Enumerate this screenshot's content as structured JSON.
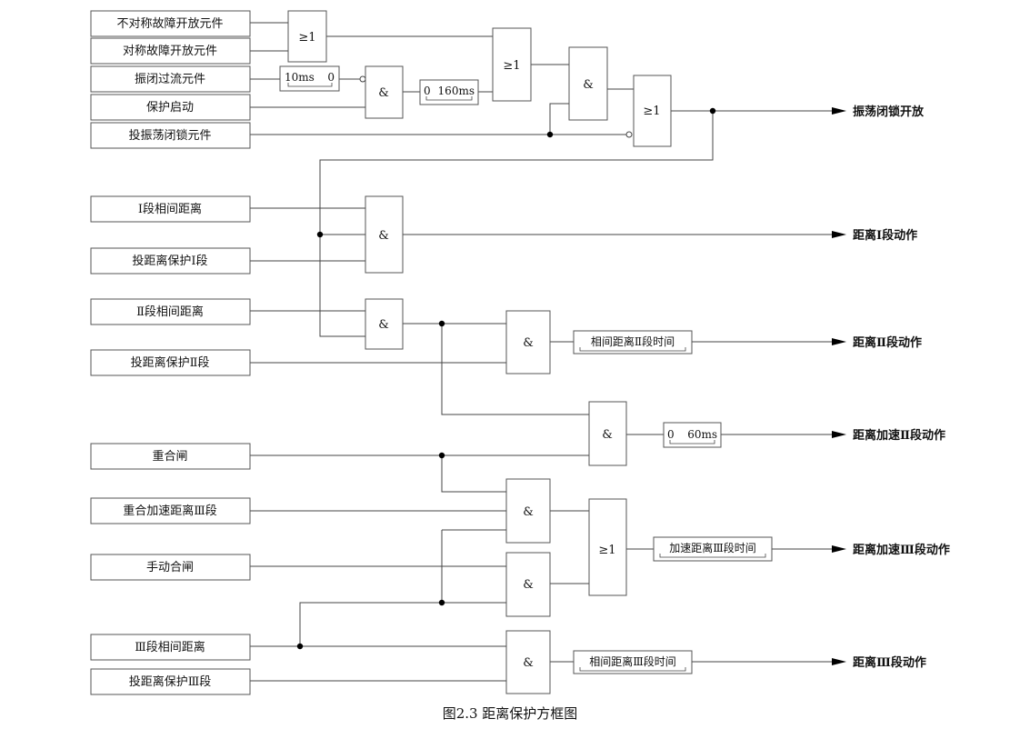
{
  "inputs": [
    {
      "id": "in1",
      "label": "不对称故障开放元件"
    },
    {
      "id": "in2",
      "label": "对称故障开放元件"
    },
    {
      "id": "in3",
      "label": "振闭过流元件"
    },
    {
      "id": "in4",
      "label": "保护启动"
    },
    {
      "id": "in5",
      "label": "投振荡闭锁元件"
    },
    {
      "id": "in6",
      "label": "Ⅰ段相间距离"
    },
    {
      "id": "in7",
      "label": "投距离保护Ⅰ段"
    },
    {
      "id": "in8",
      "label": "Ⅱ段相间距离"
    },
    {
      "id": "in9",
      "label": "投距离保护Ⅱ段"
    },
    {
      "id": "in10",
      "label": "重合闸"
    },
    {
      "id": "in11",
      "label": "重合加速距离Ⅲ段"
    },
    {
      "id": "in12",
      "label": "手动合闸"
    },
    {
      "id": "in13",
      "label": "Ⅲ段相间距离"
    },
    {
      "id": "in14",
      "label": "投距离保护Ⅲ段"
    }
  ],
  "gates": [
    {
      "id": "g1",
      "label": "≥1"
    },
    {
      "id": "g2",
      "label": "&"
    },
    {
      "id": "g3",
      "label": "≥1"
    },
    {
      "id": "g4",
      "label": "&"
    },
    {
      "id": "g5",
      "label": "≥1"
    },
    {
      "id": "g6",
      "label": "&"
    },
    {
      "id": "g7",
      "label": "&"
    },
    {
      "id": "g8",
      "label": "&"
    },
    {
      "id": "g9",
      "label": "&"
    },
    {
      "id": "g10",
      "label": "&"
    },
    {
      "id": "g11",
      "label": "&"
    },
    {
      "id": "g12",
      "label": "≥1"
    },
    {
      "id": "g13",
      "label": "&"
    }
  ],
  "timers": [
    {
      "id": "t1",
      "left": "10ms",
      "right": "0"
    },
    {
      "id": "t2",
      "left": "0",
      "right": "160ms"
    },
    {
      "id": "t3",
      "text": "相间距离Ⅱ段时间"
    },
    {
      "id": "t4",
      "left": "0",
      "right": "60ms"
    },
    {
      "id": "t5",
      "text": "加速距离Ⅲ段时间"
    },
    {
      "id": "t6",
      "text": "相间距离Ⅲ段时间"
    }
  ],
  "outputs": [
    {
      "id": "o1",
      "label": "振荡闭锁开放"
    },
    {
      "id": "o2",
      "label": "距离Ⅰ段动作"
    },
    {
      "id": "o3",
      "label": "距离Ⅱ段动作"
    },
    {
      "id": "o4",
      "label": "距离加速Ⅱ段动作"
    },
    {
      "id": "o5",
      "label": "距离加速Ⅲ段动作"
    },
    {
      "id": "o6",
      "label": "距离Ⅲ段动作"
    }
  ],
  "caption": "图2.3 距离保护方框图"
}
